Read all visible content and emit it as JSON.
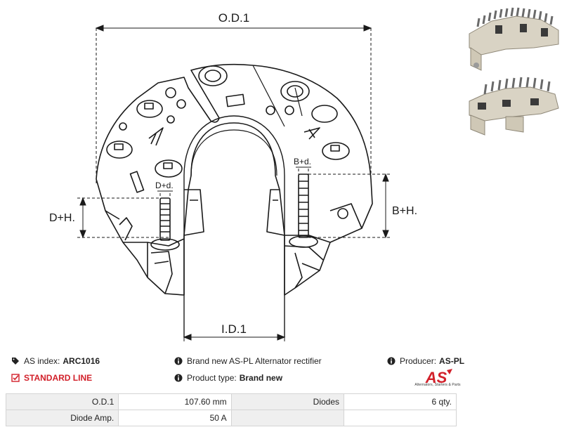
{
  "drawing": {
    "labels": {
      "od": "O.D.1",
      "id": "I.D.1",
      "dh": "D+H.",
      "bh": "B+H.",
      "dd": "D+d.",
      "bd": "B+d."
    }
  },
  "info": {
    "as_index_label": "AS index:",
    "as_index_value": "ARC1016",
    "line_label": "STANDARD LINE",
    "description": "Brand new AS-PL Alternator rectifier",
    "product_type_label": "Product type:",
    "product_type_value": "Brand new",
    "producer_label": "Producer:",
    "producer_value": "AS-PL"
  },
  "logo": {
    "mark": "AS",
    "tagline": "Alternators, Starters & Parts",
    "color": "#d2202a"
  },
  "specs": [
    {
      "k1": "O.D.1",
      "v1": "107.60 mm",
      "k2": "Diodes",
      "v2": "6 qty."
    },
    {
      "k1": "Diode Amp.",
      "v1": "50 A",
      "k2": "",
      "v2": ""
    }
  ]
}
